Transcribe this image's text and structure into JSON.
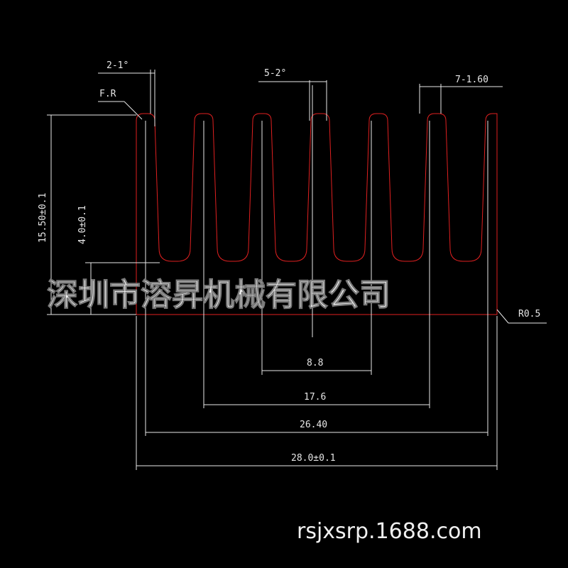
{
  "colors": {
    "background": "#000000",
    "profile": "#e02020",
    "lines": "#e8e8e8"
  },
  "labels": {
    "fin_taper": "2-1°",
    "fin_radius": "F.R",
    "mid_taper": "5-2°",
    "fin_pitch": "7-1.60",
    "height_total": "15.50±0.1",
    "base_height": "4.0±0.1",
    "corner_radius": "R0.5",
    "width_inner": "8.8",
    "width_mid": "17.6",
    "width_fins": "26.40",
    "width_total": "28.0±0.1"
  },
  "watermark": "深圳市溶昇机械有限公司",
  "website": "rsjxsrp.1688.com"
}
